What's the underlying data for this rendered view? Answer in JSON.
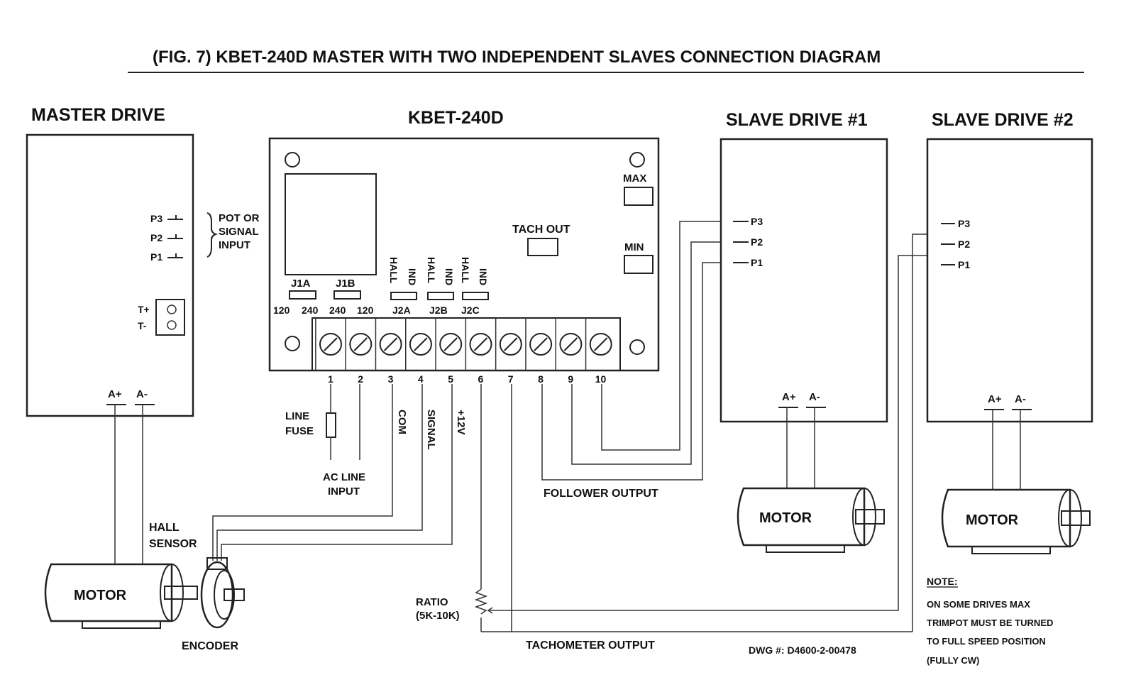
{
  "title": "(FIG. 7)  KBET-240D MASTER WITH TWO INDEPENDENT SLAVES CONNECTION DIAGRAM",
  "master": {
    "title": "MASTER DRIVE",
    "p3": "P3",
    "p2": "P2",
    "p1": "P1",
    "input_lines": [
      "POT OR",
      "SIGNAL",
      "INPUT"
    ],
    "t_plus": "T+",
    "t_minus": "T-",
    "a_plus": "A+",
    "a_minus": "A-"
  },
  "kbet": {
    "title": "KBET-240D",
    "max": "MAX",
    "min": "MIN",
    "tach_out": "TACH OUT",
    "j1a": "J1A",
    "j1b": "J1B",
    "j2a": "J2A",
    "j2b": "J2B",
    "j2c": "J2C",
    "hall": "HALL",
    "ind": "IND",
    "voltage_labels": [
      "120",
      "240",
      "240",
      "120"
    ],
    "terminals": [
      "1",
      "2",
      "3",
      "4",
      "5",
      "6",
      "7",
      "8",
      "9",
      "10"
    ]
  },
  "slave1": {
    "title": "SLAVE DRIVE #1",
    "p3": "P3",
    "p2": "P2",
    "p1": "P1",
    "a_plus": "A+",
    "a_minus": "A-",
    "motor": "MOTOR"
  },
  "slave2": {
    "title": "SLAVE DRIVE #2",
    "p3": "P3",
    "p2": "P2",
    "p1": "P1",
    "a_plus": "A+",
    "a_minus": "A-",
    "motor": "MOTOR"
  },
  "labels": {
    "line_fuse": [
      "LINE",
      "FUSE"
    ],
    "ac_line_input": [
      "AC LINE",
      "INPUT"
    ],
    "com": "COM",
    "signal": "SIGNAL",
    "plus12v": "+12V",
    "follower_output": "FOLLOWER OUTPUT",
    "hall_sensor": [
      "HALL",
      "SENSOR"
    ],
    "master_motor": "MOTOR",
    "encoder": "ENCODER",
    "ratio": [
      "RATIO",
      "(5K-10K)"
    ],
    "tachometer_output": "TACHOMETER OUTPUT",
    "dwg": "DWG #: D4600-2-00478"
  },
  "note": {
    "title": "NOTE:",
    "lines": [
      "ON SOME DRIVES MAX",
      "TRIMPOT MUST BE TURNED",
      "TO FULL SPEED POSITION",
      "(FULLY CW)"
    ]
  }
}
